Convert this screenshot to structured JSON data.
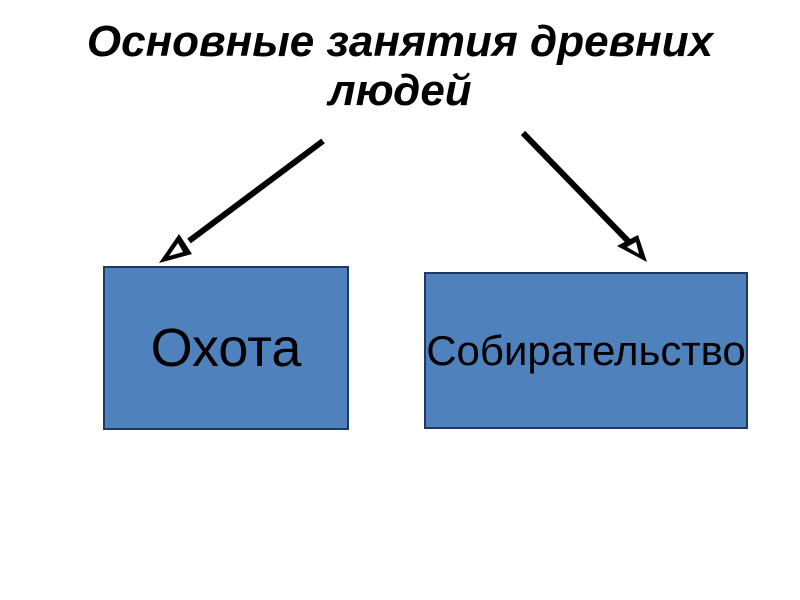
{
  "slide": {
    "title": {
      "line1": "Основные занятия древних",
      "line2": "людей"
    },
    "arrows": [
      {
        "name": "arrow-to-hunting",
        "direction": "down-left"
      },
      {
        "name": "arrow-to-gathering",
        "direction": "down-right"
      }
    ],
    "boxes": [
      {
        "label": "Охота"
      },
      {
        "label": "Собирательство"
      }
    ],
    "colors": {
      "background": "#FFFFFF",
      "text": "#000000",
      "box_fill": "#4F81BD",
      "box_border": "#1F3864",
      "arrow": "#000000",
      "arrow_head_inner": "#FFFFFF"
    }
  }
}
